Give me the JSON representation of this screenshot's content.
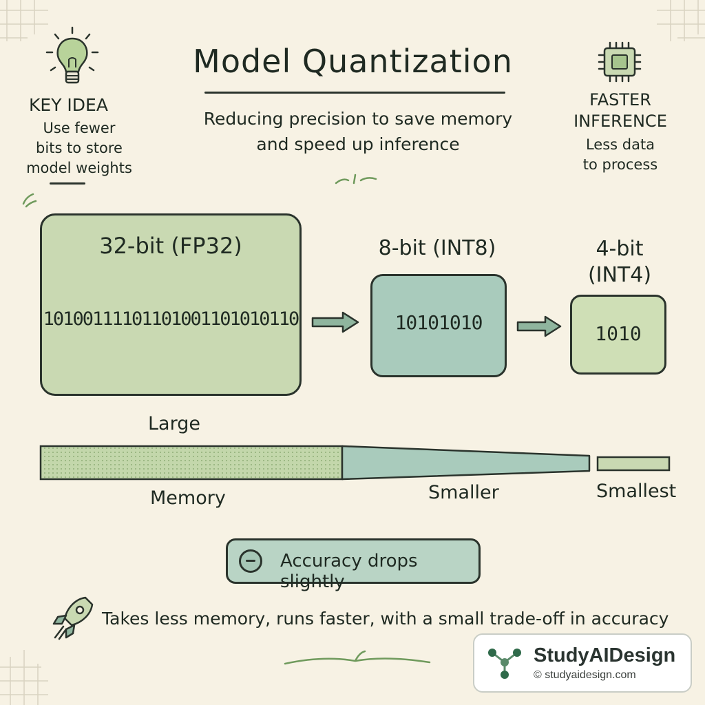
{
  "header": {
    "title": "Model Quantization",
    "subtitle_line1": "Reducing precision to save memory",
    "subtitle_line2": "and speed up inference"
  },
  "key_idea": {
    "heading": "KEY IDEA",
    "line1": "Use fewer",
    "line2": "bits to store",
    "line3": "model weights",
    "icon": "lightbulb-icon"
  },
  "faster_inference": {
    "heading_line1": "FASTER",
    "heading_line2": "INFERENCE",
    "line1": "Less data",
    "line2": "to process",
    "icon": "chip-icon"
  },
  "precisions": [
    {
      "label": "32-bit (FP32)",
      "bits": "10100111101101001101010110"
    },
    {
      "label": "8-bit (INT8)",
      "bits": "10101010"
    },
    {
      "label_line1": "4-bit",
      "label_line2": "(INT4)",
      "bits": "1010"
    }
  ],
  "memory": {
    "label_large": "Large",
    "label_memory": "Memory",
    "label_smaller": "Smaller",
    "label_smallest": "Smallest"
  },
  "accuracy": {
    "text": "Accuracy drops slightly",
    "icon": "minus-circle-icon"
  },
  "summary": {
    "text": "Takes less memory, runs faster, with a small trade-off in accuracy",
    "icon": "rocket-icon"
  },
  "watermark": {
    "brand": "StudyAIDesign",
    "url": "© studyaidesign.com"
  },
  "colors": {
    "background": "#f7f2e4",
    "fp32_fill": "#c9d9b2",
    "int8_fill": "#a9cbbc",
    "int4_fill": "#cfdfb6",
    "ink": "#2a332c",
    "accent_green": "#6f9a5c"
  }
}
